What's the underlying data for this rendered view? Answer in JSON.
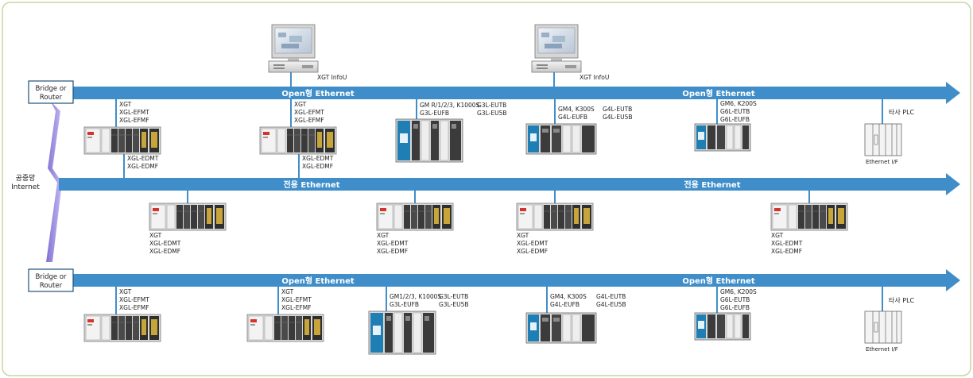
{
  "buses": {
    "open_top": {
      "labels": [
        "Open형 Ethernet",
        "Open형 Ethernet"
      ]
    },
    "dedicated": {
      "labels": [
        "전용 Ethernet",
        "전용 Ethernet"
      ]
    },
    "open_bottom": {
      "labels": [
        "Open형 Ethernet",
        "Open형 Ethernet"
      ]
    }
  },
  "bridges": [
    {
      "line1": "Bridge or",
      "line2": "Router"
    },
    {
      "line1": "Bridge or",
      "line2": "Router"
    }
  ],
  "public_net": {
    "line1": "공중망",
    "line2": "Internet"
  },
  "pcs": [
    {
      "label": "XGT InfoU"
    },
    {
      "label": "XGT InfoU"
    }
  ],
  "top_row": [
    {
      "top_lines": [
        "XGT",
        "XGL-EFMT",
        "XGL-EFMF"
      ],
      "bottom_lines": [
        "XGL-EDMT",
        "XGL-EDMF"
      ]
    },
    {
      "top_lines": [
        "XGT",
        "XGL-EFMT",
        "XGL-EFMF"
      ],
      "bottom_lines": [
        "XGL-EDMT",
        "XGL-EDMF"
      ]
    },
    {
      "col1": [
        "GM R/1/2/3, K1000S",
        "G3L-EUFB"
      ],
      "col2": [
        "G3L-EUTB",
        "G3L-EU5B"
      ]
    },
    {
      "col1": [
        "GM4, K300S",
        "G4L-EUFB"
      ],
      "col2": [
        "G4L-EUTB",
        "G4L-EU5B"
      ]
    },
    {
      "col1": [
        "GM6, K200S",
        "G6L-EUTB",
        "G6L-EUFB"
      ]
    },
    {
      "label": "타사 PLC",
      "if_label": "Ethernet I/F"
    }
  ],
  "middle_row": [
    {
      "lines": [
        "XGT",
        "XGL-EDMT",
        "XGL-EDMF"
      ]
    },
    {
      "lines": [
        "XGT",
        "XGL-EDMT",
        "XGL-EDMF"
      ]
    },
    {
      "lines": [
        "XGT",
        "XGL-EDMT",
        "XGL-EDMF"
      ]
    },
    {
      "lines": [
        "XGT",
        "XGL-EDMT",
        "XGL-EDMF"
      ]
    }
  ],
  "bottom_row": [
    {
      "lines": [
        "XGT",
        "XGL-EFMT",
        "XGL-EFMF"
      ]
    },
    {
      "lines": [
        "XGT",
        "XGL-EFMT",
        "XGL-EFMF"
      ]
    },
    {
      "col1": [
        "GM1/2/3, K1000S",
        "G3L-EUFB"
      ],
      "col2": [
        "G3L-EUTB",
        "G3L-EU5B"
      ]
    },
    {
      "col1": [
        "GM4, K300S",
        "G4L-EUFB"
      ],
      "col2": [
        "G4L-EUTB",
        "G4L-EU5B"
      ]
    },
    {
      "col1": [
        "GM6, K200S",
        "G6L-EUTB",
        "G6L-EUFB"
      ]
    },
    {
      "label": "타사 PLC",
      "if_label": "Ethernet I/F"
    }
  ]
}
